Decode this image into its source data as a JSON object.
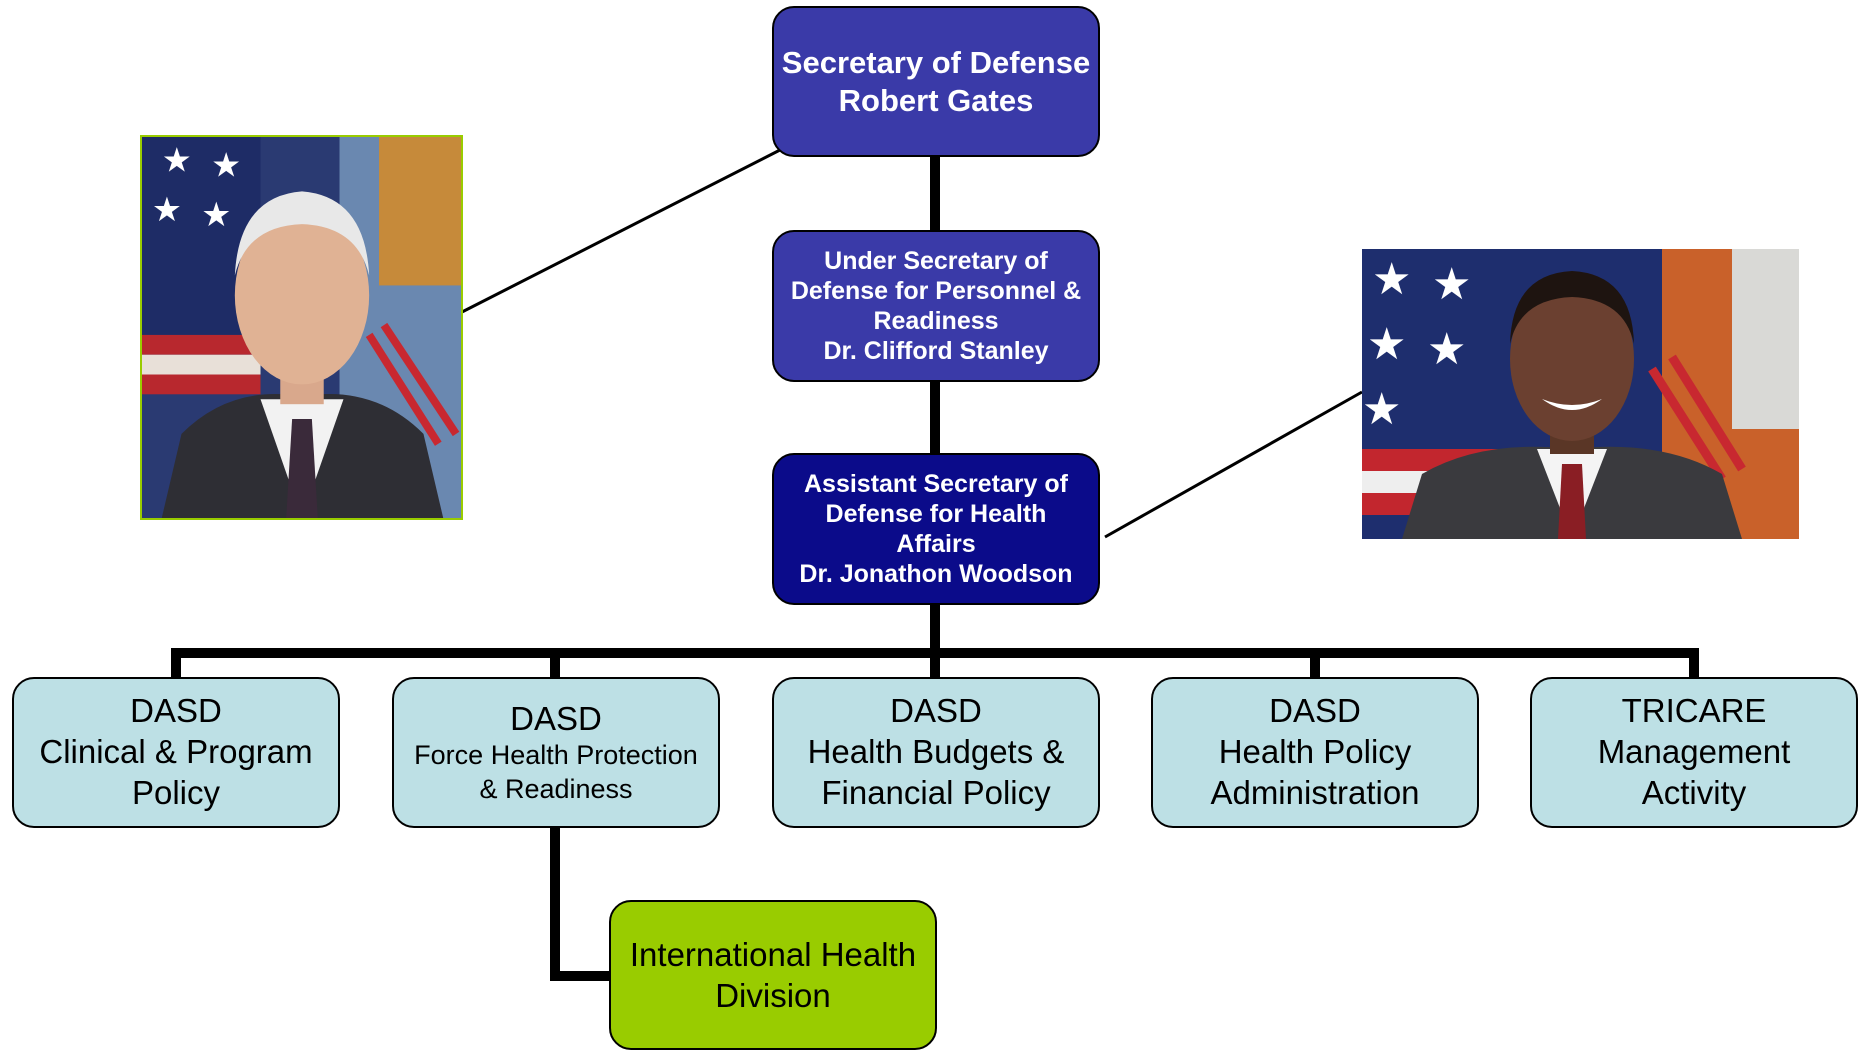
{
  "secretary": {
    "title": "Secretary of Defense",
    "name": "Robert Gates"
  },
  "under_secretary": {
    "line1": "Under Secretary of",
    "line2": "Defense for Personnel &",
    "line3": "Readiness",
    "name": "Dr. Clifford Stanley"
  },
  "assistant_secretary": {
    "line1": "Assistant Secretary of",
    "line2": "Defense for Health",
    "line3": "Affairs",
    "name": "Dr. Jonathon Woodson"
  },
  "offices": [
    {
      "line1": "DASD",
      "line2": "Clinical & Program",
      "line3": "Policy"
    },
    {
      "line1": "DASD",
      "line2": "Force Health Protection",
      "line3": "& Readiness"
    },
    {
      "line1": "DASD",
      "line2": "Health Budgets &",
      "line3": "Financial Policy"
    },
    {
      "line1": "DASD",
      "line2": "Health Policy",
      "line3": "Administration"
    },
    {
      "line1": "TRICARE",
      "line2": "Management",
      "line3": "Activity"
    }
  ],
  "division": {
    "line1": "International Health",
    "line2": "Division"
  },
  "colors": {
    "executive": "#3a3aa8",
    "assistant": "#0b0b8a",
    "office": "#bde0e5",
    "division": "#99cc00",
    "photo_border": "#99cc00"
  },
  "photos": [
    {
      "icon": "portrait-photo-left",
      "subject": "Robert Gates portrait"
    },
    {
      "icon": "portrait-photo-right",
      "subject": "Jonathon Woodson portrait"
    }
  ]
}
